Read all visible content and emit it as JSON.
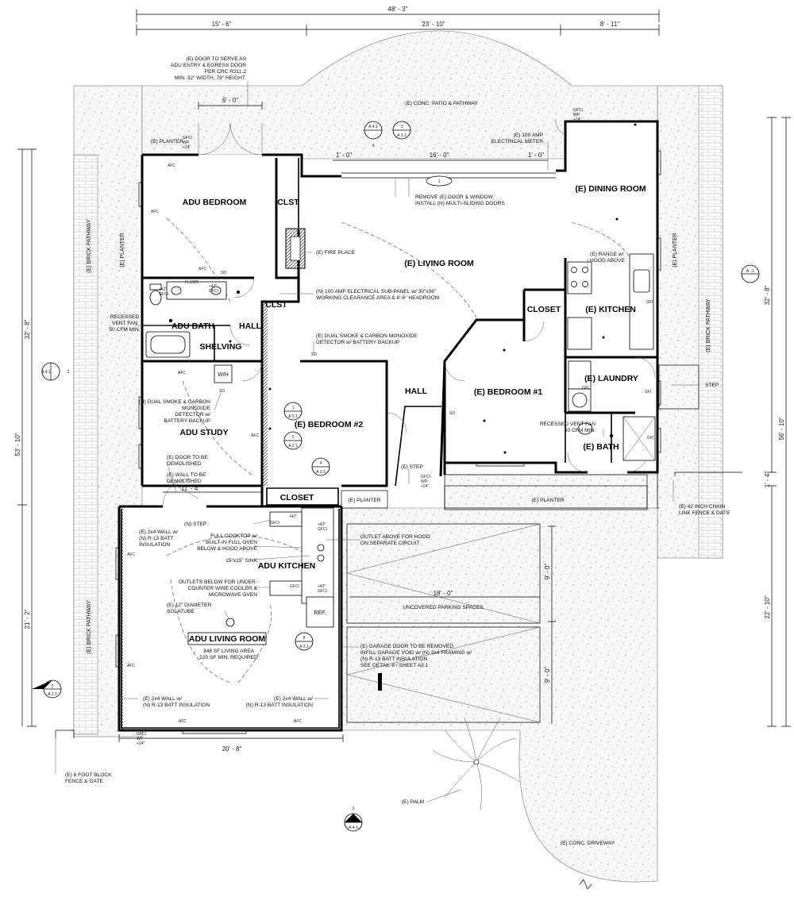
{
  "dimensions": {
    "overall_width": "48' - 3\"",
    "top_left": "15' - 6\"",
    "top_mid": "23' - 10\"",
    "top_right": "8' - 11\"",
    "door_width": "6' - 0\"",
    "patio_left": "1' - 0\"",
    "patio_mid": "16' - 0\"",
    "patio_right": "1' - 0\"",
    "left_upper": "32' - 8\"",
    "left_total": "53' - 10\"",
    "left_lower": "21' - 2\"",
    "right_upper": "32' - 8\"",
    "right_total": "56' - 10\"",
    "right_small": "1' - 4\"",
    "right_lower": "22' - 10\"",
    "wall_demo_len": "11' - 4\"",
    "adu_width": "20' - 8\"",
    "parking_len": "18' - 0\"",
    "parking_w1": "9' - 0\"",
    "parking_w2": "9' - 0\""
  },
  "rooms": {
    "adu_bedroom": "ADU BEDROOM",
    "clst1": "CLST",
    "clst2": "CLST",
    "living": "(E) LIVING ROOM",
    "dining": "(E) DINING ROOM",
    "kitchen": "(E) KITCHEN",
    "closet_right": "CLOSET",
    "adu_bath": "ADU BATH",
    "hall1": "HALL",
    "shelving": "SHELVING",
    "laundry": "(E) LAUNDRY",
    "hall2": "HALL",
    "bedroom1": "(E) BEDROOM #1",
    "bedroom2": "(E) BEDROOM #2",
    "adu_study": "ADU STUDY",
    "bath": "(E) BATH",
    "closet_bottom": "CLOSET",
    "adu_kitchen": "ADU KITCHEN",
    "adu_living": "ADU LIVING ROOM",
    "wh": "W/H",
    "ref": "REF."
  },
  "notes": {
    "door_serve": [
      "(E) DOOR TO SERVE AS",
      "ADU ENTRY & EGRESS DOOR",
      "PER CRC R311.2",
      "MIN. 32\" WIDTH, 78\" HEIGHT."
    ],
    "patio": "(E) CONC. PATIO & PATHWAY",
    "planter_top": "(E) PLANTER",
    "meter": [
      "(E) 100 AMP",
      "ELECTRICAL METER"
    ],
    "remove_door": [
      "REMOVE (E) DOOR & WINDOW",
      "INSTALL (N) MULTI-SLIDING DOORS"
    ],
    "fireplace": "(E) FIRE PLACE",
    "subpanel": [
      "(N) 100 AMP ELECTRICAL SUB-PANEL w/ 30\"x36\"",
      "WORKING CLEARANCE AREA & 6'-6\" HEADROOM"
    ],
    "range": [
      "(E) RANGE w/",
      "HOOD ABOVE"
    ],
    "vent_left": [
      "RECESSED",
      "VENT FAN",
      "50 CFM MIN."
    ],
    "dual_smoke_e": [
      "(E) DUAL SMOKE & CARBON MONOXIDE",
      "DETECTOR w/ BATTERY BACKUP"
    ],
    "dual_smoke_n": [
      "(N) DUAL SMOKE & CARBON",
      "MONOXIDE",
      "DETECTOR w/",
      "BATTERY BACKUP"
    ],
    "step_right": "STEP",
    "vent_right": [
      "RECESSED VENT FAN",
      "50 CFM MIN."
    ],
    "door_demo": [
      "(E) DOOR TO BE",
      "DEMOLISHED"
    ],
    "wall_demo": [
      "(E) WALL TO BE",
      "DEMOLISHED"
    ],
    "step_mid": "(E) STEP",
    "planter_small": "(E) PLANTER",
    "planter_long": "(E) PLANTER",
    "chain_fence": [
      "(E) 42 INCH CHAIN",
      "LINK FENCE & GATE"
    ],
    "step_n": "(N) STEP",
    "wall_2x4_a": [
      "(E) 2x4 WALL w/",
      "(N) R-13 BATT",
      "INSULATION"
    ],
    "cooktop": [
      "FULL COOKTOP w/",
      "BUILT-IN FULL OVEN",
      "BELOW & HOOD ABOVE"
    ],
    "hood_outlet": [
      "OUTLET ABOVE FOR HOOD",
      "ON SEPARATE CIRCUIT"
    ],
    "sink": "15\"x15\" SINK",
    "outlets_below": [
      "OUTLETS BELOW FOR UNDER-",
      "COUNTER WINE COOLER &",
      "MICROWAVE OVEN"
    ],
    "solatube": [
      "(E) 12\" DIAMETER",
      "SOLATUBE"
    ],
    "uncovered": "UNCOVERED PARKING SPACES",
    "living_area": [
      "348 SF LIVING AREA",
      "220 SF MIN. REQUIRED"
    ],
    "garage_door": [
      "(E) GARAGE DOOR TO BE REMOVED",
      "INFILL GARAGE VOID w/ (N) 2x4 FRAMING w/",
      "(N) R-13 BATT INSULATION",
      "SEE DETAIL 8 / SHEET A3.1"
    ],
    "wall_2x4_b": [
      "(E) 2x4 WALL w/",
      "(N) R-13 BATT INSULATION"
    ],
    "wall_2x4_c": [
      "(E) 2x4 WALL w/",
      "(N) R-13 BATT INSULATION"
    ],
    "block_fence": [
      "(E) 6 FOOT BLOCK",
      "FENCE & GATE"
    ],
    "palm": "(E) PALM",
    "driveway": "(E) CONC. DRIVEWAY",
    "brick_left_top": "(E) BRICK PATHWAY",
    "brick_left_bottom": "(E) BRICK PATHWAY",
    "planter_left": "(E) PLANTER",
    "planter_right": "(E) PLANTER",
    "brick_right": "(E) BRICK PATHWAY"
  },
  "tags": {
    "a41_top": {
      "top": "A 4.1",
      "bottom": "4"
    },
    "a31_3": {
      "top": "3",
      "bottom": "A 3.1"
    },
    "window_1": "1",
    "a1_right": {
      "top": "A -.1",
      "bottom": ""
    },
    "a41_left": {
      "top": "A 4.1",
      "bottom": "2"
    },
    "a31_1": {
      "top": "1",
      "bottom": "A 3.1"
    },
    "a31_2": {
      "top": "2",
      "bottom": "A 3.1"
    },
    "a31_4": {
      "top": "4",
      "bottom": "A 3.1"
    },
    "a31_8": {
      "top": "8",
      "bottom": "A 3.1"
    },
    "a21": {
      "top": "2",
      "bottom": "A 2.1"
    },
    "a41_bottom": {
      "top": "3",
      "bottom": "A 4.1"
    }
  },
  "symbols": {
    "afc": "AFC",
    "gfci": "GFCI",
    "wp": "WP",
    "h24": "+24\"",
    "h42": "+42\"",
    "fluor": "FLUOR",
    "gfi": "GFI",
    "sd": "SD"
  }
}
